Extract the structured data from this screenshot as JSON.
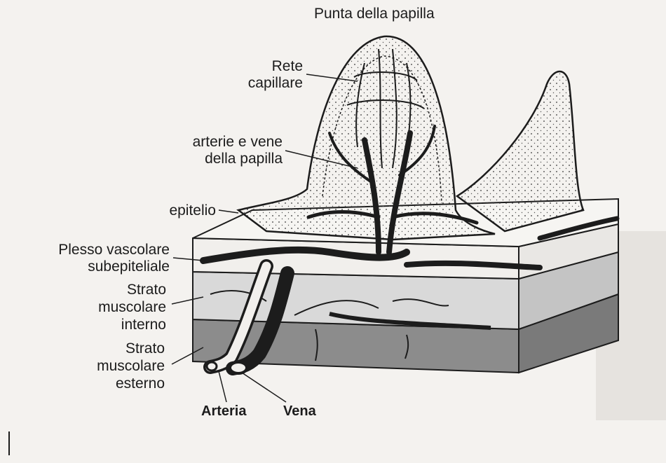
{
  "labels": {
    "tip": "Punta della papilla",
    "capillary_1": "Rete",
    "capillary_2": "capillare",
    "vessels_1": "arterie e vene",
    "vessels_2": "della papilla",
    "epithelium": "epitelio",
    "plexus_1": "Plesso vascolare",
    "plexus_2": "subepiteliale",
    "inner_1": "Strato",
    "inner_2": "muscolare",
    "inner_3": "interno",
    "outer_1": "Strato",
    "outer_2": "muscolare",
    "outer_3": "esterno",
    "artery": "Arteria",
    "vein": "Vena"
  },
  "colors": {
    "ink": "#1c1c1c",
    "paper": "#f4f2ef",
    "inner_layer": "#d9d9d9",
    "outer_layer": "#8c8c8c"
  }
}
